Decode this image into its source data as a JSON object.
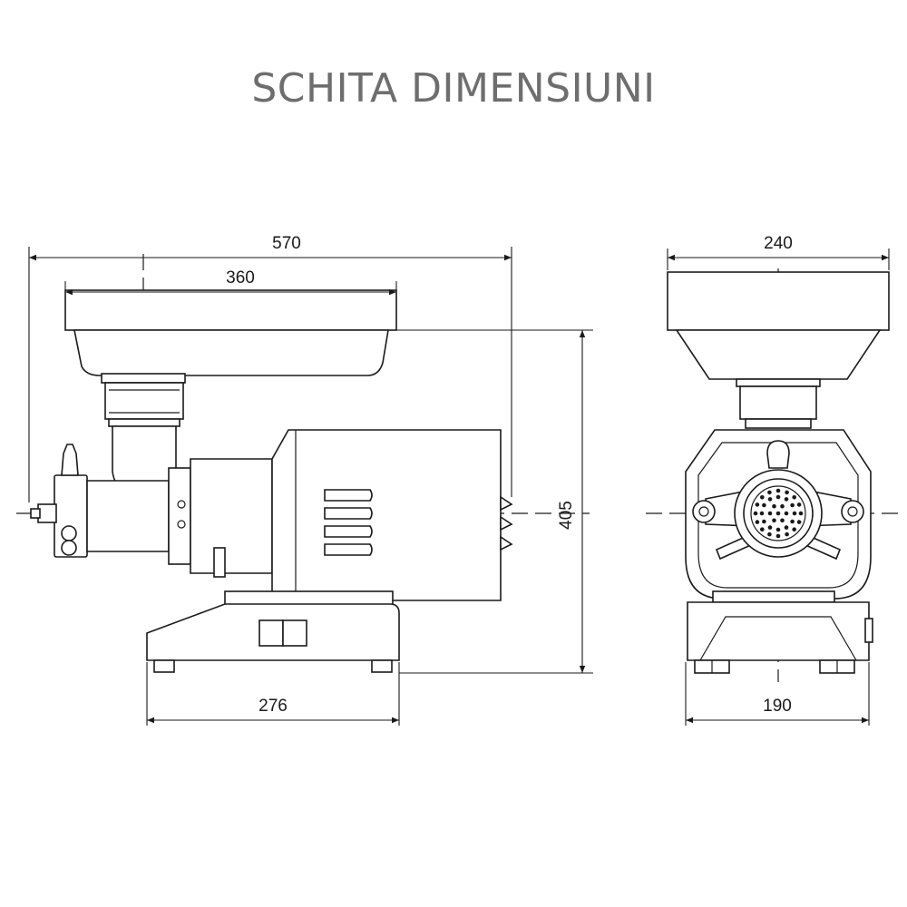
{
  "title": "SCHITA DIMENSIUNI",
  "dimensions": {
    "total_length": "570",
    "tray_length": "360",
    "height": "405",
    "base_length": "276",
    "tray_width": "240",
    "base_width": "190"
  }
}
